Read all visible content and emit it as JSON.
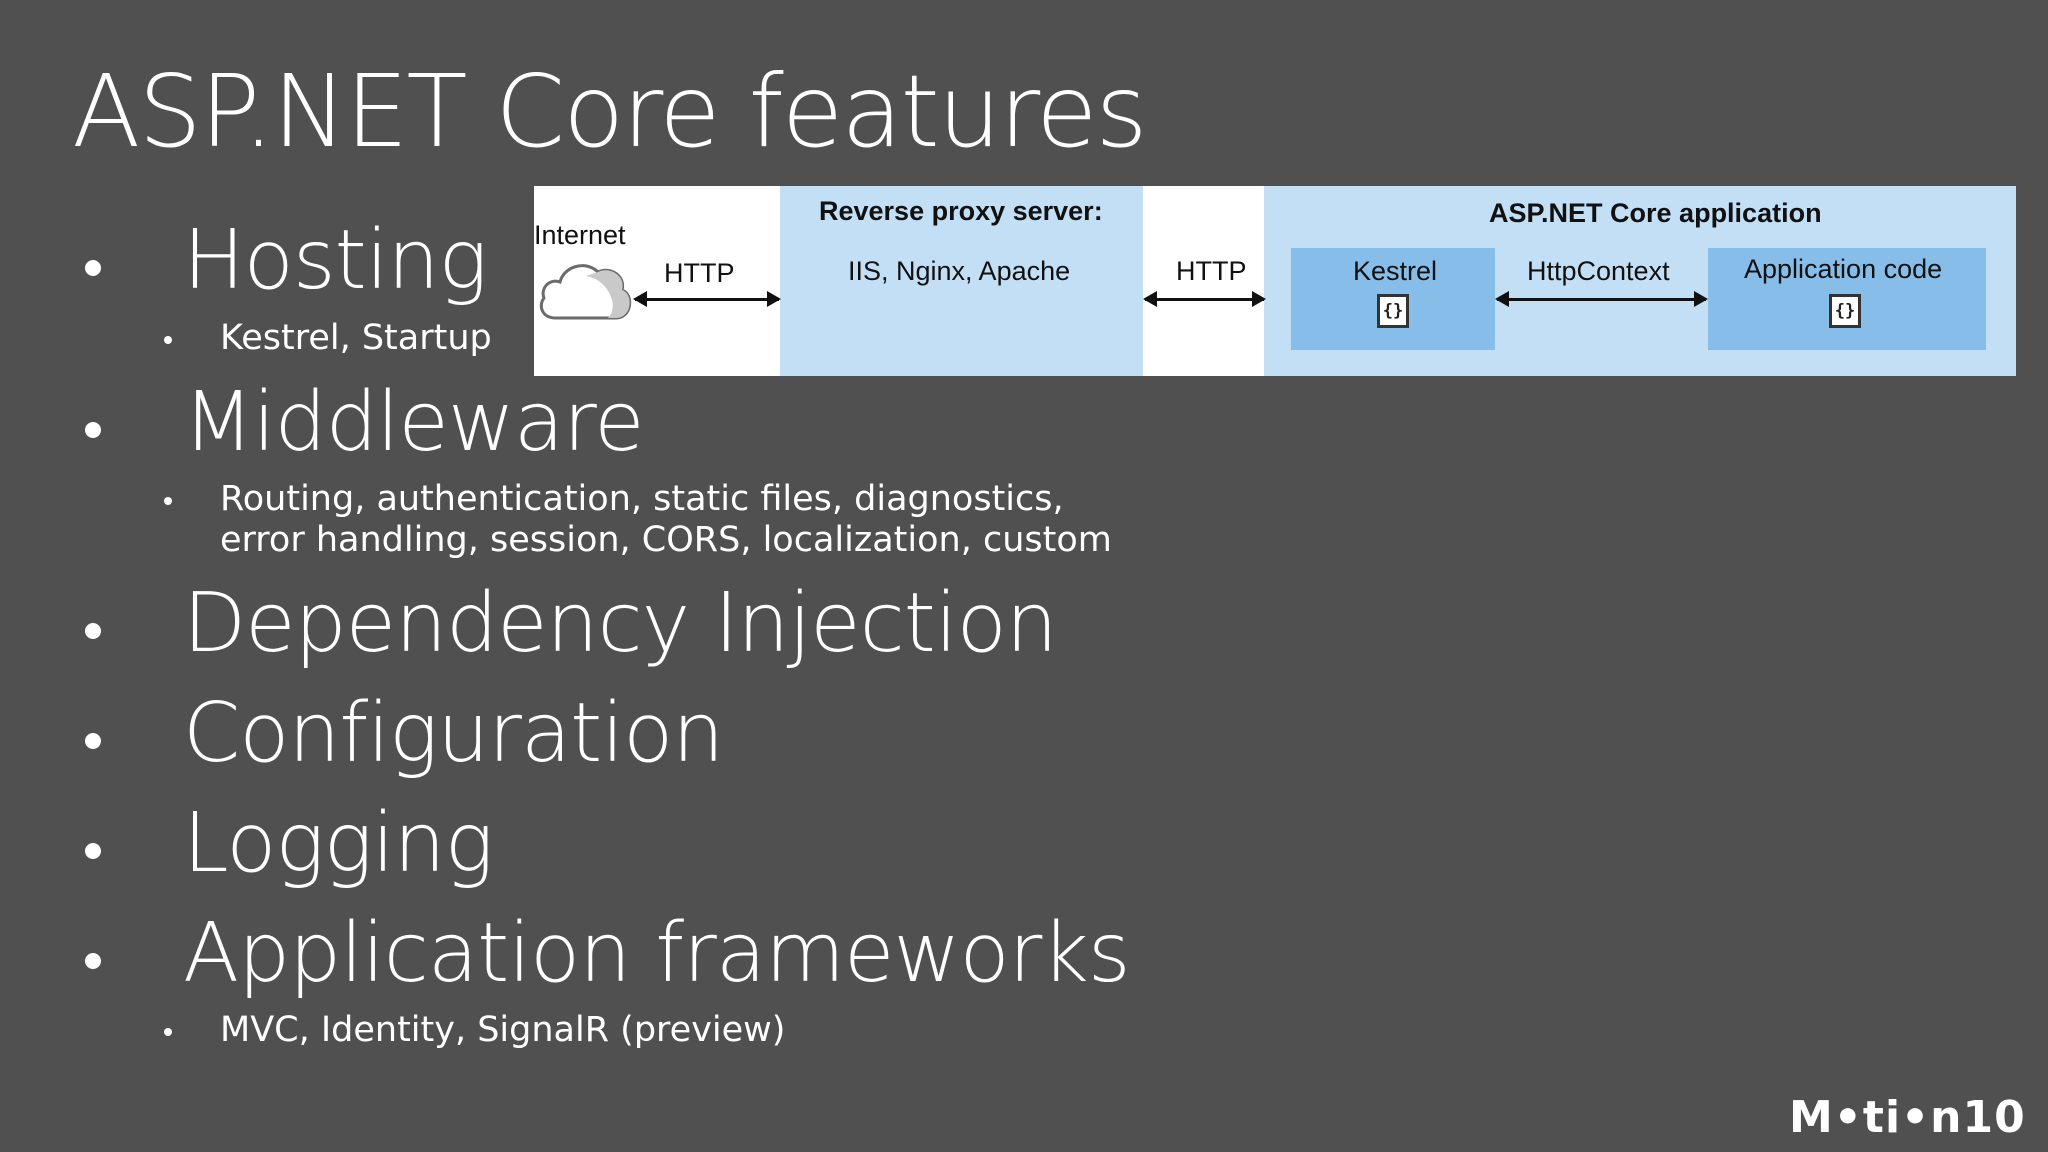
{
  "title": "ASP.NET Core features",
  "bullets": [
    {
      "label": "Hosting",
      "sub": [
        "Kestrel, Startup"
      ]
    },
    {
      "label": "Middleware",
      "sub": [
        "Routing, authentication, static files, diagnostics,",
        "error handling, session, CORS, localization, custom"
      ]
    },
    {
      "label": "Dependency Injection",
      "sub": []
    },
    {
      "label": "Configuration",
      "sub": []
    },
    {
      "label": "Logging",
      "sub": []
    },
    {
      "label": "Application frameworks",
      "sub": [
        "MVC, Identity, SignalR (preview)"
      ]
    }
  ],
  "diagram": {
    "internet_label": "Internet",
    "http_left_label": "HTTP",
    "proxy_title": "Reverse proxy server:",
    "proxy_servers": "IIS, Nginx, Apache",
    "http_right_label": "HTTP",
    "app_title": "ASP.NET Core application",
    "kestrel_label": "Kestrel",
    "httpcontext_label": "HttpContext",
    "app_code_label": "Application code",
    "code_icon_glyph": "{}"
  },
  "logo_text": "M•ti•n10",
  "colors": {
    "background": "#505050",
    "zone_fill": "#c3dff6",
    "inner_box_fill": "#87bde9",
    "text": "#ffffff"
  }
}
